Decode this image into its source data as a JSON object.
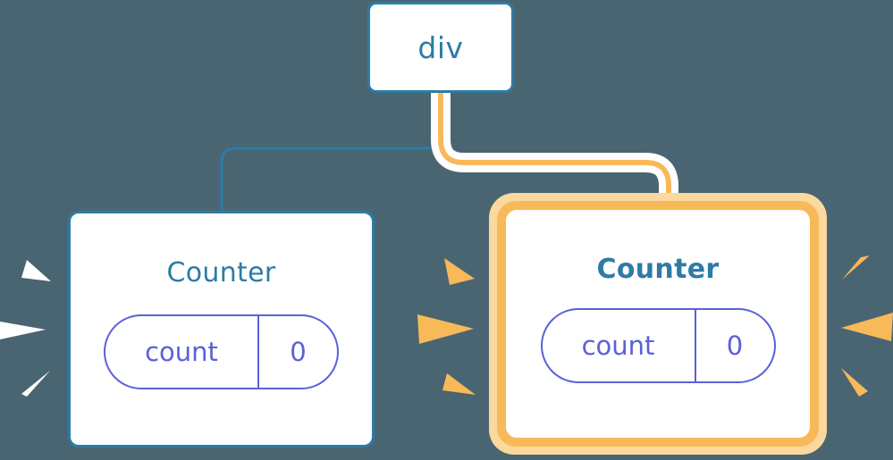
{
  "diagram": {
    "background_color": "#4a6572",
    "accent_blue": "#2e7ba6",
    "accent_orange": "#f8b959",
    "accent_orange_light": "#fbd89e",
    "accent_purple": "#5b61d8",
    "halo_white": "#ffffff"
  },
  "root": {
    "label": "div"
  },
  "nodes": [
    {
      "id": "counter-left",
      "title": "Counter",
      "highlighted": false,
      "state": {
        "key": "count",
        "value": "0"
      },
      "burst_color": "#ffffff",
      "edge_color": "#2e7ba6"
    },
    {
      "id": "counter-right",
      "title": "Counter",
      "highlighted": true,
      "state": {
        "key": "count",
        "value": "0"
      },
      "burst_color": "#f8b959",
      "edge_color": "#f8b959"
    }
  ],
  "edges": [
    {
      "id": "edge-div-to-counter-left",
      "from": "div",
      "to": "counter-left",
      "color": "#2e7ba6",
      "highlighted": false
    },
    {
      "id": "edge-div-to-counter-right",
      "from": "div",
      "to": "counter-right",
      "color": "#f8b959",
      "highlighted": true
    }
  ],
  "bursts": [
    {
      "id": "burst-left-outer",
      "side": "left",
      "color": "#ffffff"
    },
    {
      "id": "burst-left-inner",
      "side": "right",
      "color": "#f8b959"
    },
    {
      "id": "burst-right-inner",
      "side": "left",
      "color": "#f8b959"
    },
    {
      "id": "burst-right-outer",
      "side": "right",
      "color": "#f8b959"
    }
  ]
}
